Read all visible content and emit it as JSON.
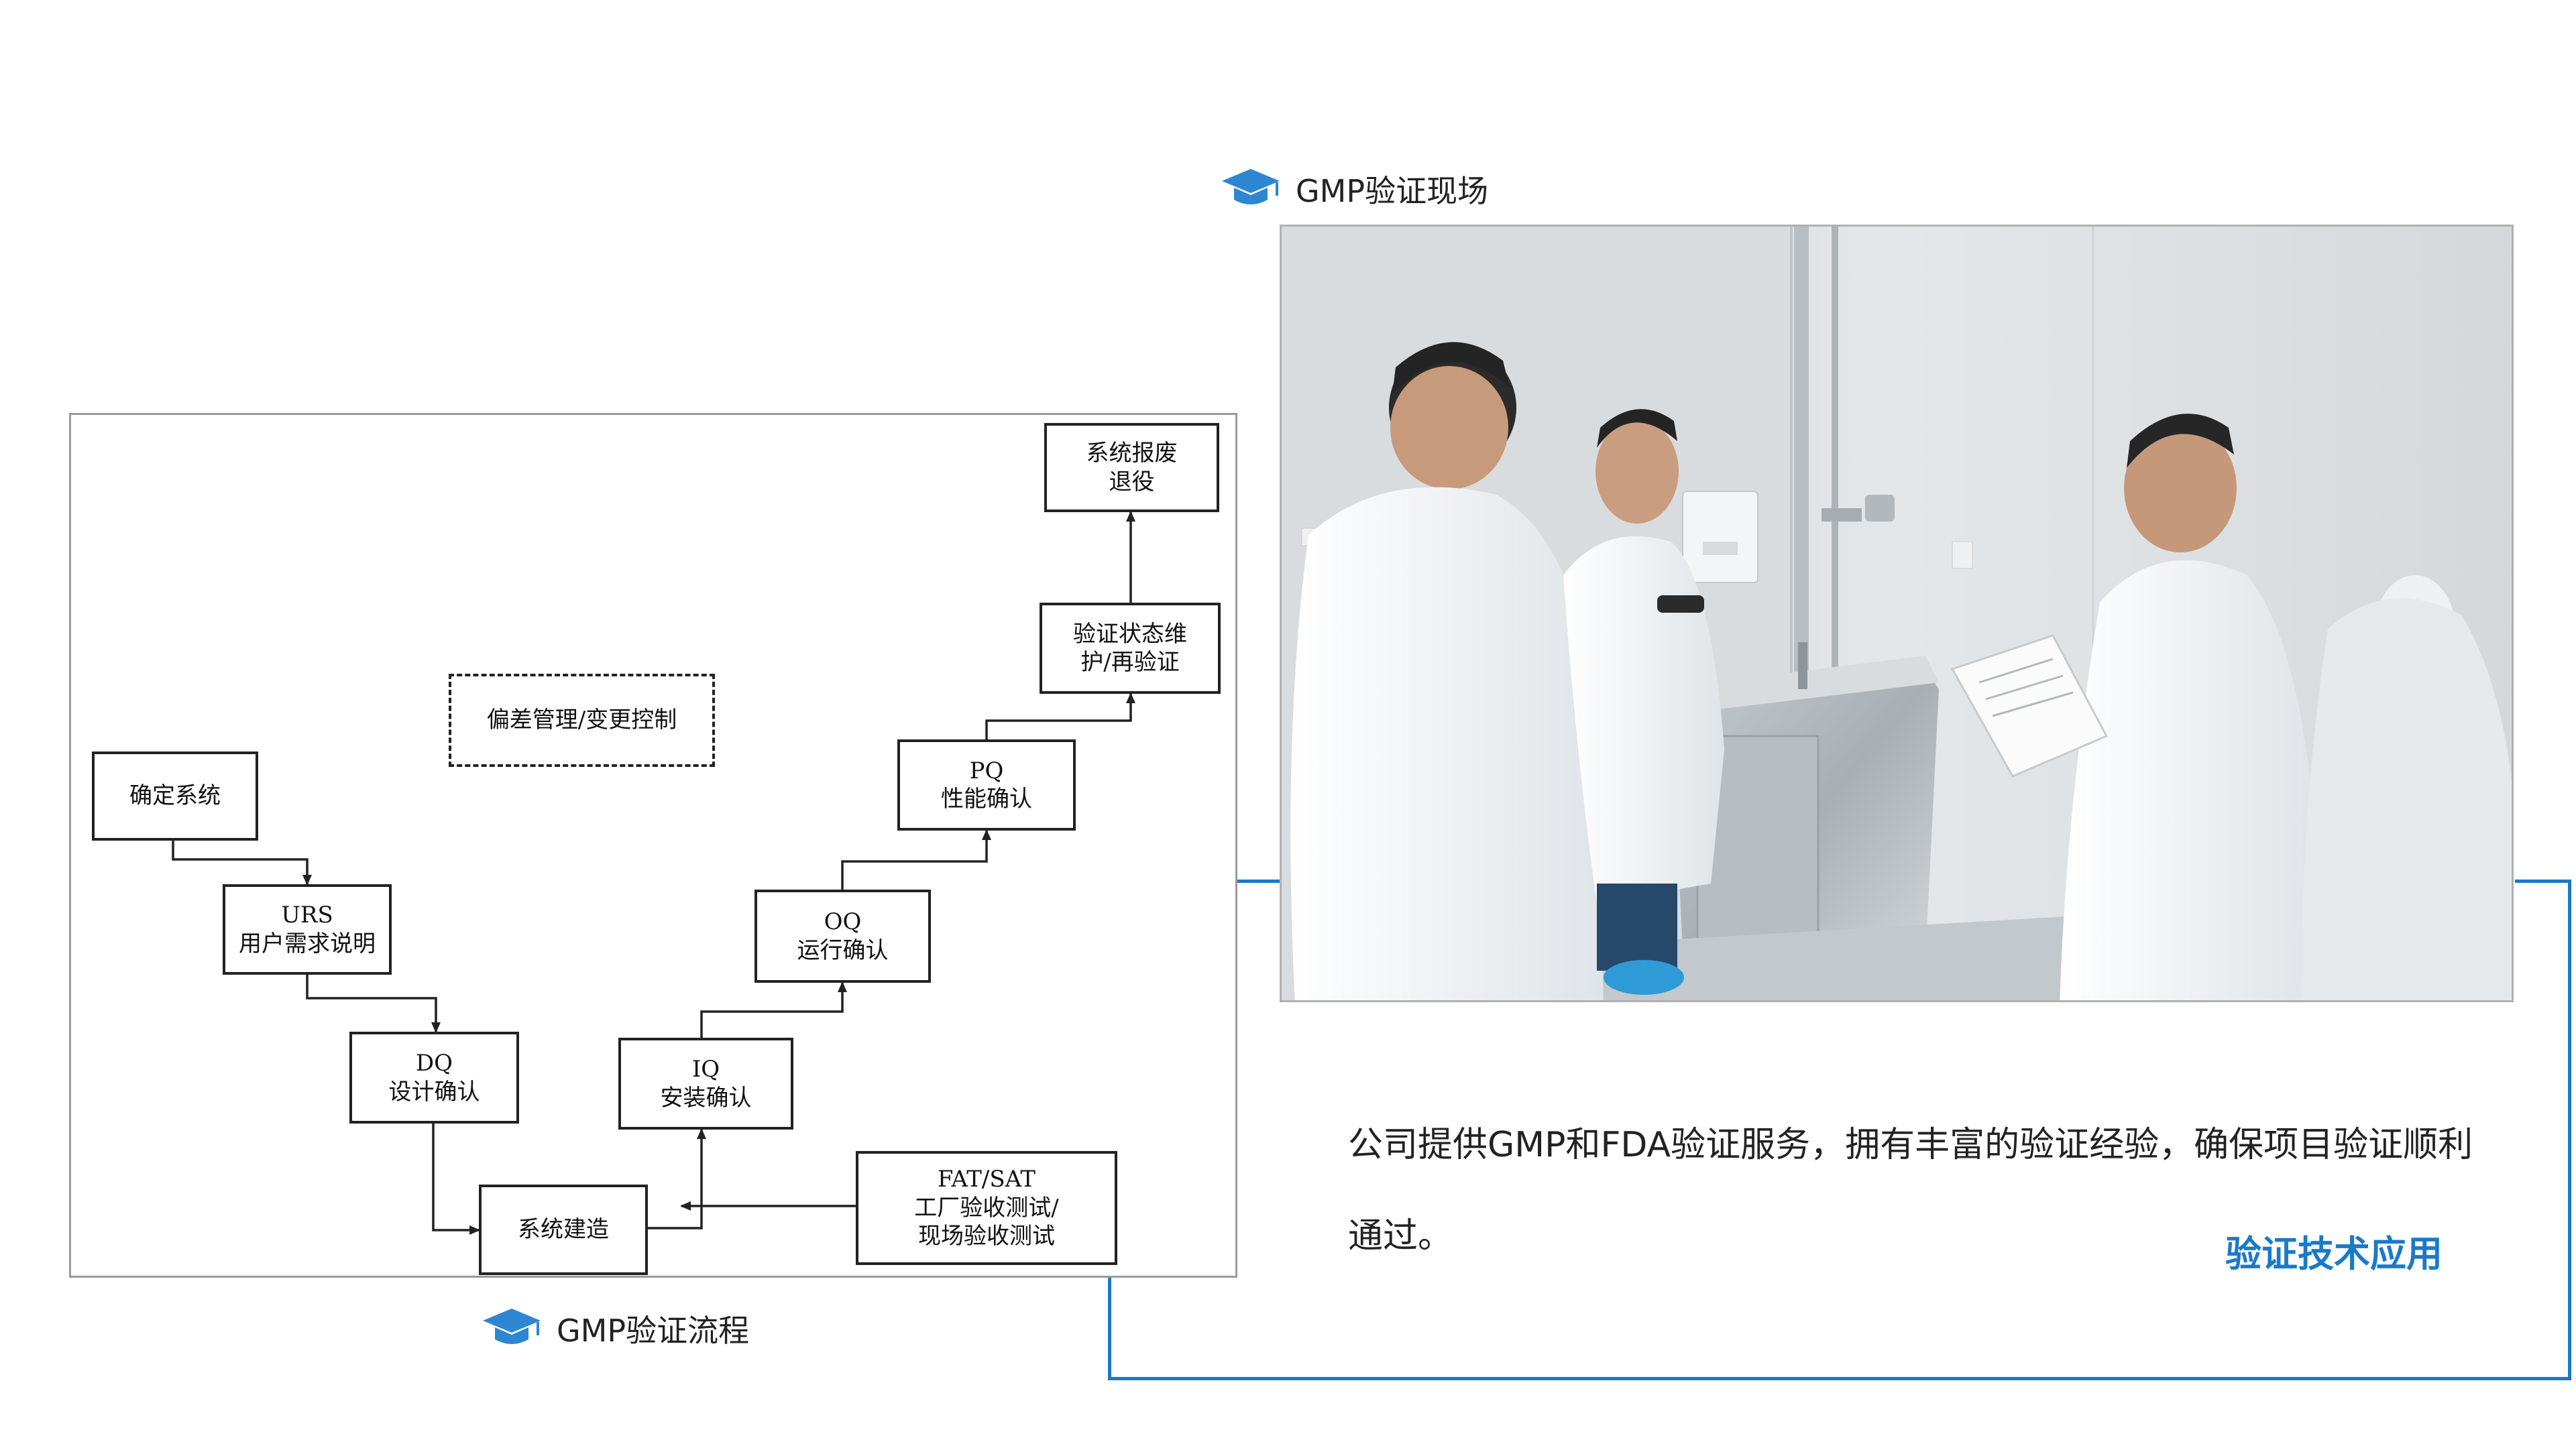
{
  "captions": {
    "site": "GMP验证现场",
    "process": "GMP验证流程"
  },
  "icons": {
    "caption": "graduation-cap-icon"
  },
  "colors": {
    "accent": "#1a7ac8",
    "icon": "#2d86d2"
  },
  "diagram": {
    "boxes": {
      "retire": [
        "系统报废",
        "退役"
      ],
      "maintain": [
        "验证状态维",
        "护/再验证"
      ],
      "deviation": [
        "偏差管理/变更控制"
      ],
      "pq": [
        "PQ",
        "性能确认"
      ],
      "oq": [
        "OQ",
        "运行确认"
      ],
      "iq": [
        "IQ",
        "安装确认"
      ],
      "confirm": [
        "确定系统"
      ],
      "urs": [
        "URS",
        "用户需求说明"
      ],
      "dq": [
        "DQ",
        "设计确认"
      ],
      "build": [
        "系统建造"
      ],
      "fat": [
        "FAT/SAT",
        "工厂验收测试/",
        "现场验收测试"
      ]
    }
  },
  "text": {
    "description": "公司提供GMP和FDA验证服务，拥有丰富的验证经验，确保项目验证顺利通过。",
    "tag": "验证技术应用"
  }
}
